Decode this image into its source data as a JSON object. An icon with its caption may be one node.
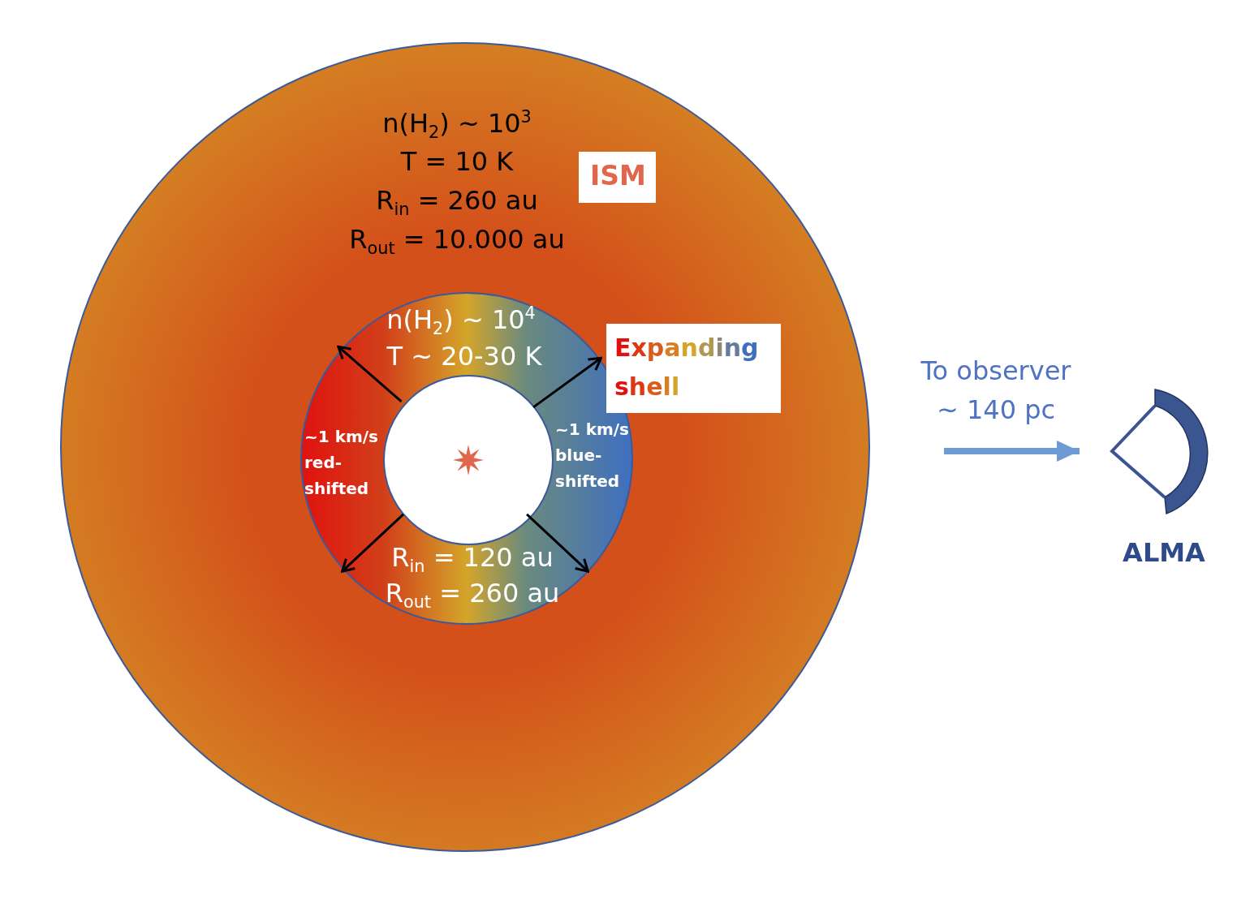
{
  "diagram": {
    "nodes": [
      {
        "text": [
          "n(H$_{2}$)  ~ 10$^{3}$",
          "T  =  10 K",
          "R$_{in}$ = 260 au",
          "R$_{out}$ = 10.000 au"
        ]
      },
      {
        "text": [
          "ISM"
        ],
        "in": 0
      },
      {
        "text": [
          "n(H$_{2}$) ~ 10$^{4}$",
          "T  ~  20-30 K",
          "R$_{in}$ = 120 au",
          "R$_{out}$ = 260 au"
        ],
        "in": 0
      },
      {
        "text": [
          "Expanding shell"
        ],
        "in": 0
      },
      {
        "text": [],
        "shape": "circle",
        "in": 2
      },
      {
        "text": [
          "ALMA"
        ]
      }
    ],
    "edges": [
      {
        "from": 4,
        "to": 2,
        "arrow": "to"
      },
      {
        "from": 4,
        "to": 2,
        "arrow": "to"
      },
      {
        "from": 4,
        "to": 2,
        "arrow": "to"
      },
      {
        "from": 4,
        "to": 2,
        "arrow": "to"
      },
      {
        "from": null,
        "to": 5,
        "arrow": "to",
        "label": "To observer ~ 140 pc",
        "style": "thick",
        "color": "#6f9bd4"
      }
    ],
    "labels": [
      "~1 km/s red-shifted",
      "~1 km/s blue-shifted"
    ]
  }
}
